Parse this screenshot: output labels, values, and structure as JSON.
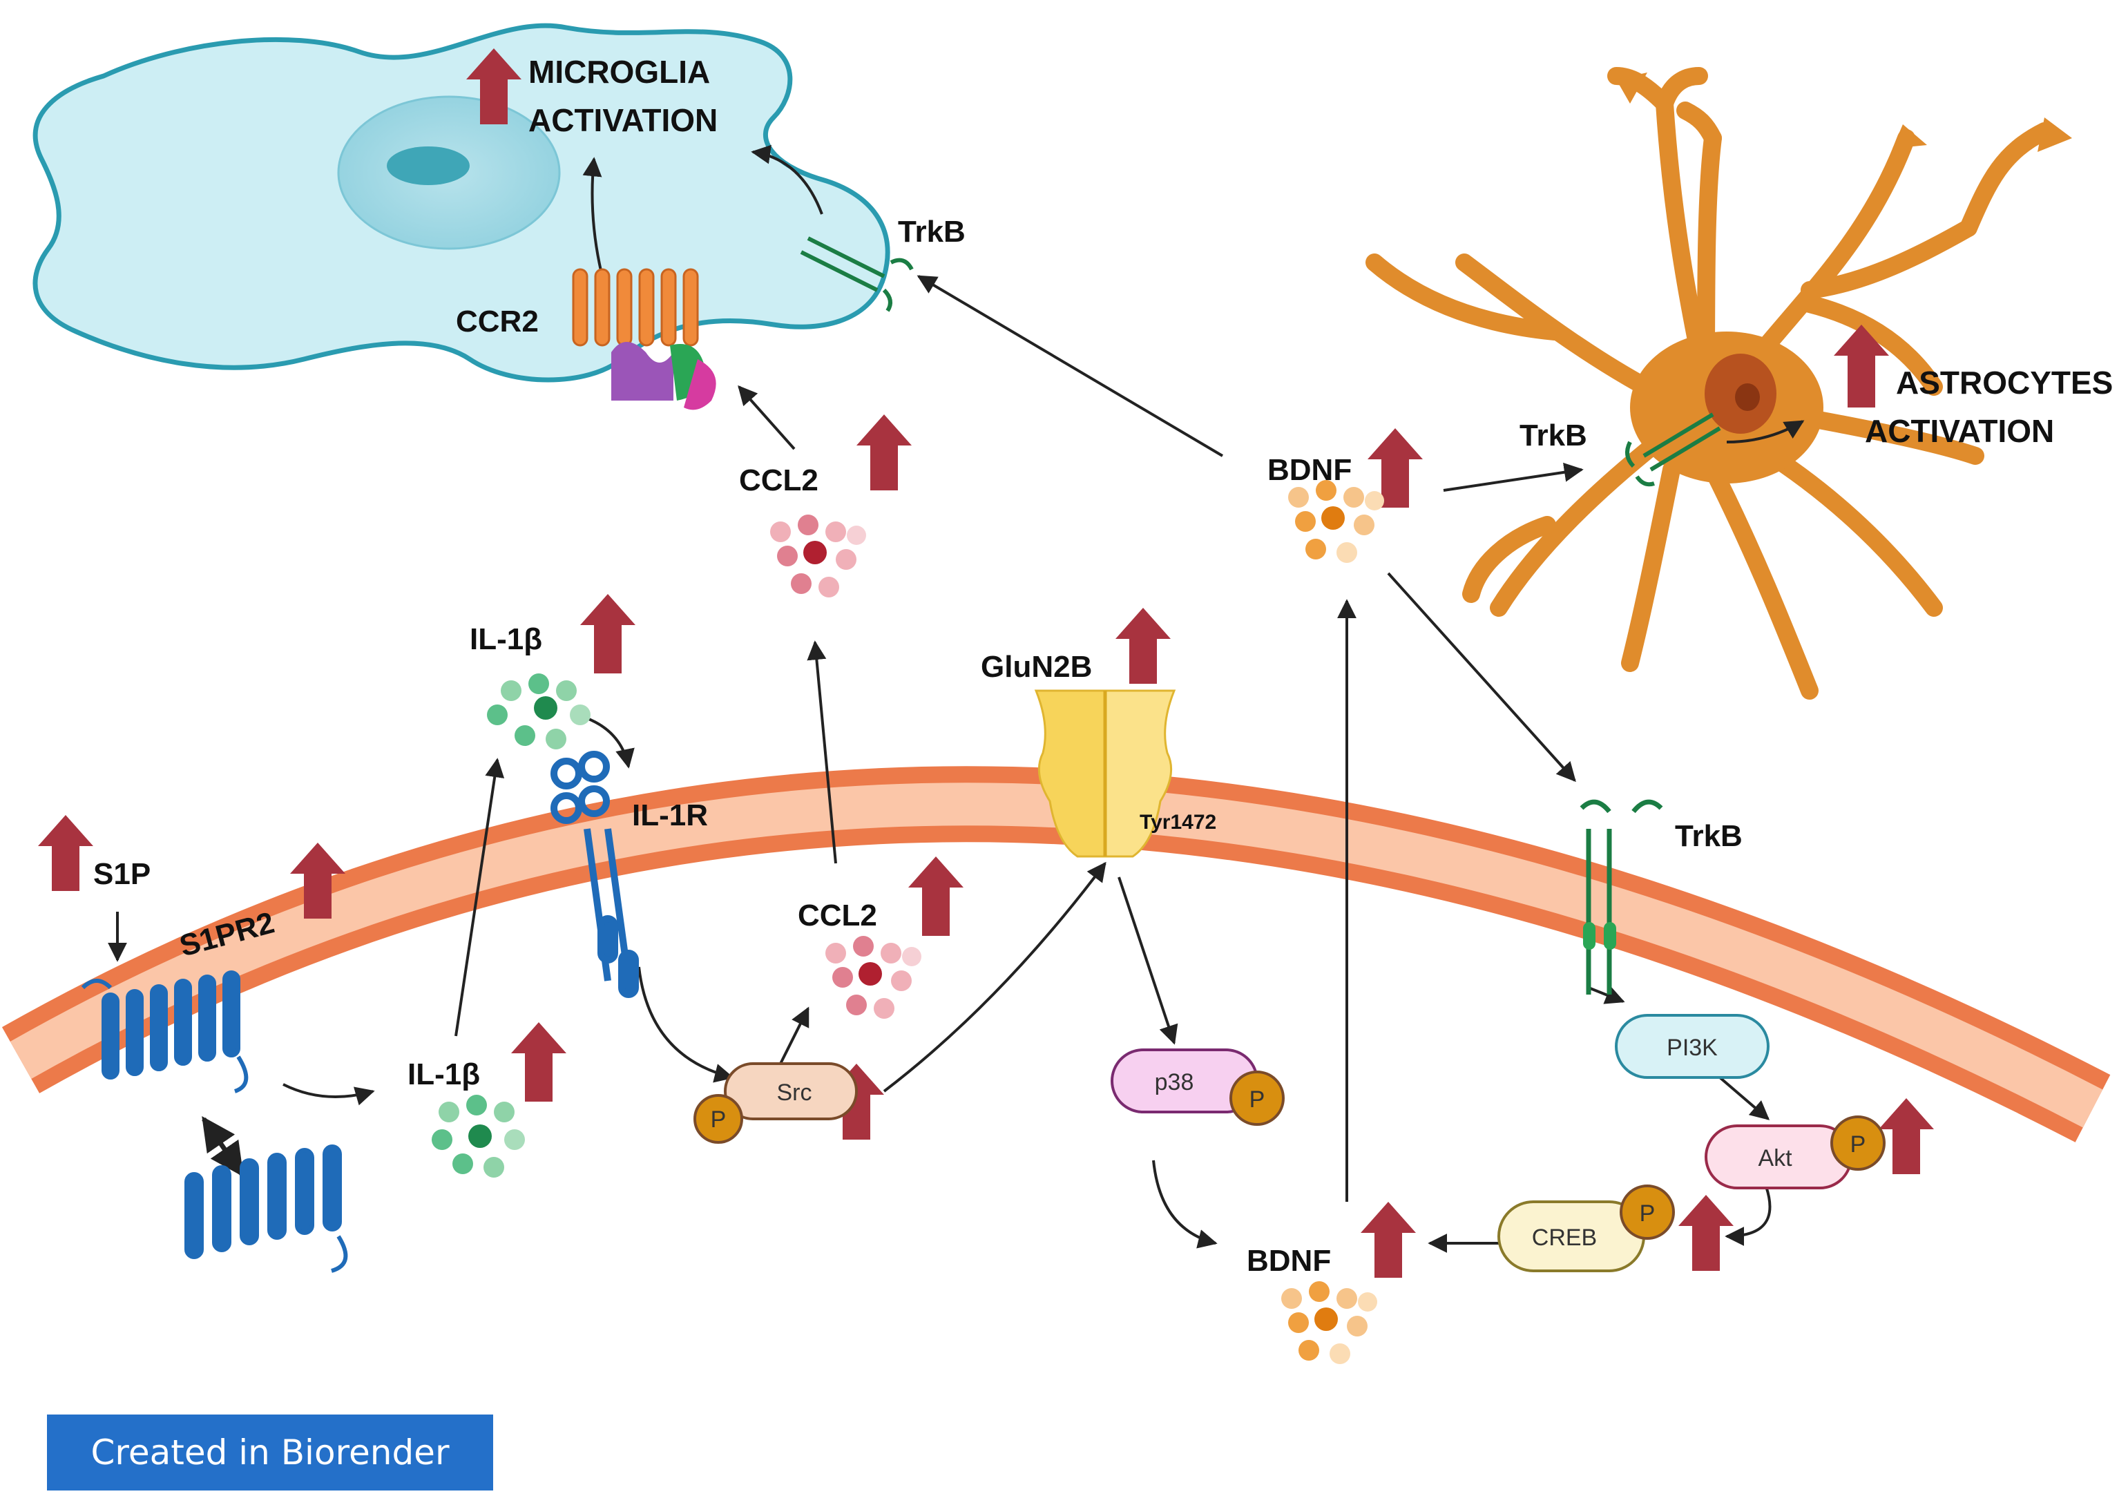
{
  "labels": {
    "microglia_line1": "MICROGLIA",
    "microglia_line2": "ACTIVATION",
    "astro_line1": "ASTROCYTES",
    "astro_line2": "ACTIVATION",
    "trkb_microglia": "TrkB",
    "trkb_astro": "TrkB",
    "trkb_membrane": "TrkB",
    "ccr2": "CCR2",
    "ccl2_top": "CCL2",
    "ccl2_mid": "CCL2",
    "bdnf_top": "BDNF",
    "bdnf_bottom": "BDNF",
    "il1b_top": "IL-1β",
    "il1b_bottom": "IL-1β",
    "il1r": "IL-1R",
    "glun2b": "GluN2B",
    "tyr1472": "Tyr1472",
    "s1p": "S1P",
    "s1pr2": "S1PR2",
    "src": "Src",
    "p38": "p38",
    "pi3k": "PI3K",
    "akt": "Akt",
    "creb": "CREB",
    "phospho": "P"
  },
  "footer": {
    "badge": "Created in Biorender"
  },
  "colors": {
    "up_arrow": "#a8333f",
    "membrane": "#f08a5a",
    "microglia": "#cdeef4",
    "astrocyte": "#e08c2c",
    "receptor_blue": "#1f6bb8",
    "trkb_green": "#2aa655",
    "il1b_green": "#3da56a",
    "ccl2_red": "#c0485a",
    "bdnf_orange": "#f0a040"
  }
}
